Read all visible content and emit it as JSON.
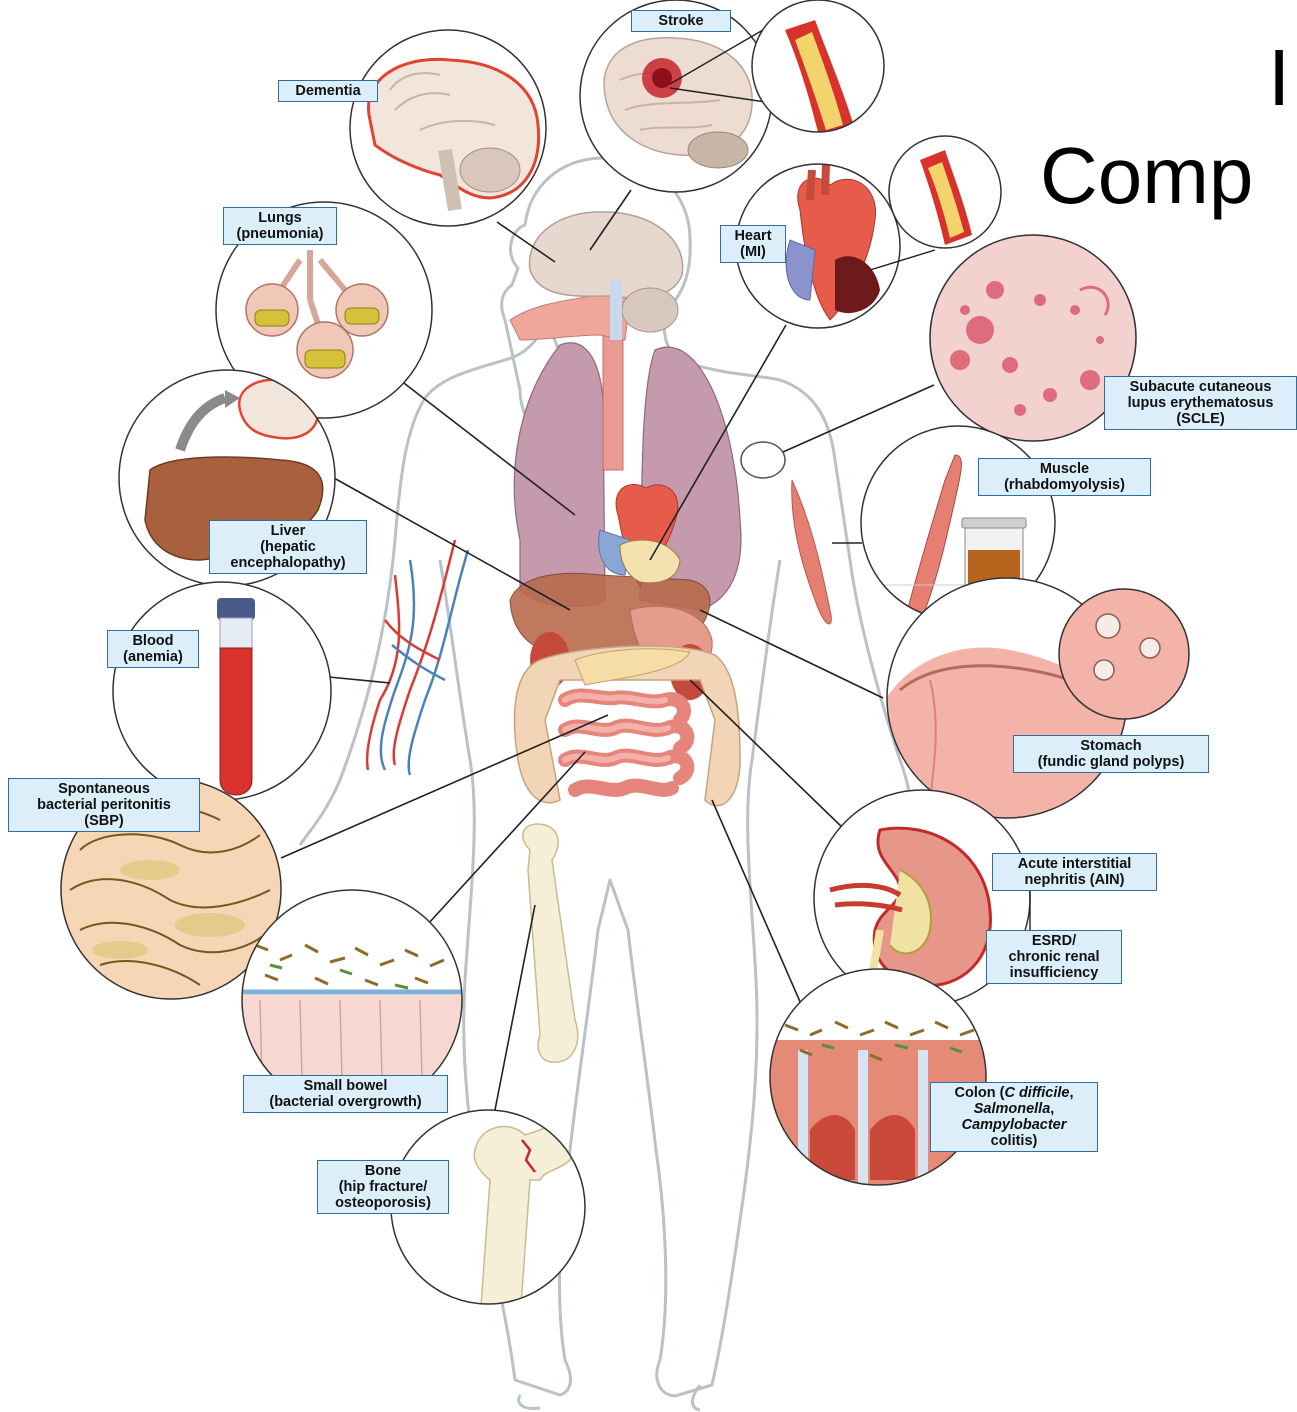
{
  "title": {
    "line1": "I",
    "line2": "Comp"
  },
  "labels": {
    "stroke": [
      "Stroke"
    ],
    "dementia": [
      "Dementia"
    ],
    "lungs": [
      "Lungs",
      "(pneumonia)"
    ],
    "heart": [
      "Heart",
      "(MI)"
    ],
    "scle": [
      "Subacute cutaneous",
      "lupus erythematosus",
      "(SCLE)"
    ],
    "liver": [
      "Liver",
      "(hepatic",
      "encephalopathy)"
    ],
    "muscle": [
      "Muscle",
      "(rhabdomyolysis)"
    ],
    "blood": [
      "Blood",
      "(anemia)"
    ],
    "stomach": [
      "Stomach",
      "(fundic gland polyps)"
    ],
    "sbp": [
      "Spontaneous",
      "bacterial peritonitis",
      "(SBP)"
    ],
    "ain": [
      "Acute interstitial",
      "nephritis (AIN)"
    ],
    "esrd": [
      "ESRD/",
      "chronic renal",
      "insufficiency"
    ],
    "small_bowel": [
      "Small bowel",
      "(bacterial overgrowth)"
    ],
    "colon": {
      "line1_prefix": "Colon (",
      "line1_italic": "C difficile",
      "line1_suffix": ",",
      "line2_italic": "Salmonella",
      "line2_suffix": ",",
      "line3_italic": "Campylobacter",
      "line4": "colitis)"
    },
    "bone": [
      "Bone",
      "(hip fracture/",
      "osteoporosis)"
    ]
  },
  "colors": {
    "label_bg": "#dceefa",
    "label_border": "#2f6f9e",
    "body_outline": "#b9c1c9",
    "lung": "#c49aac",
    "brain": "#e7d8cf",
    "intestine": "#e99a93",
    "colon": "#f1d5b6",
    "liver": "#a8603f",
    "blood": "#d8322c",
    "vessel_red": "#d93a32",
    "vessel_blue": "#4b83b8",
    "skin_pink": "#f4b3a8",
    "bone": "#f6efd8"
  }
}
